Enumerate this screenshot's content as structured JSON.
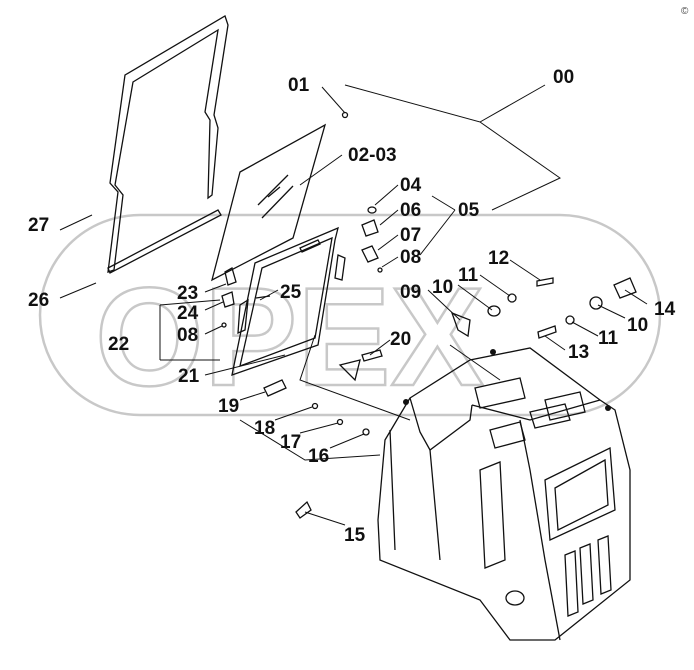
{
  "diagram": {
    "watermark": "OPEX",
    "corner_mark": "©",
    "labels": {
      "l00": "00",
      "l01": "01",
      "l0203": "02-03",
      "l04": "04",
      "l05": "05",
      "l06": "06",
      "l07": "07",
      "l08a": "08",
      "l08b": "08",
      "l09": "09",
      "l10a": "10",
      "l10b": "10",
      "l11a": "11",
      "l11b": "11",
      "l12": "12",
      "l13": "13",
      "l14": "14",
      "l15": "15",
      "l16": "16",
      "l17": "17",
      "l18": "18",
      "l19": "19",
      "l20": "20",
      "l21": "21",
      "l22": "22",
      "l23": "23",
      "l24": "24",
      "l25": "25",
      "l26": "26",
      "l27": "27"
    }
  }
}
